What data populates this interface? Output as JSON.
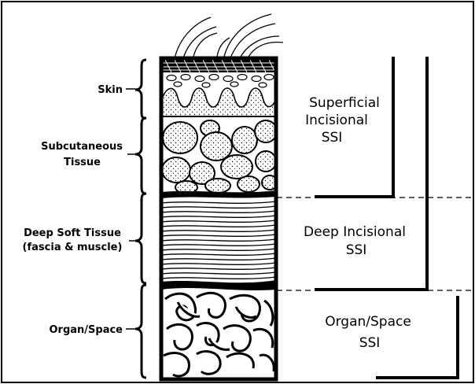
{
  "layers": {
    "skin": "Skin",
    "subcutaneous_line1": "Subcutaneous",
    "subcutaneous_line2": "Tissue",
    "deep_line1": "Deep Soft Tissue",
    "deep_line2": "(fascia & muscle)",
    "organ_space": "Organ/Space"
  },
  "regions": {
    "superficial_line1": "Superficial",
    "superficial_line2": "Incisional",
    "superficial_line3": "SSI",
    "deep_line1": "Deep Incisional",
    "deep_line2": "SSI",
    "organ_line1": "Organ/Space",
    "organ_line2": "SSI"
  },
  "colors": {
    "ink": "#000000",
    "paper": "#ffffff"
  }
}
